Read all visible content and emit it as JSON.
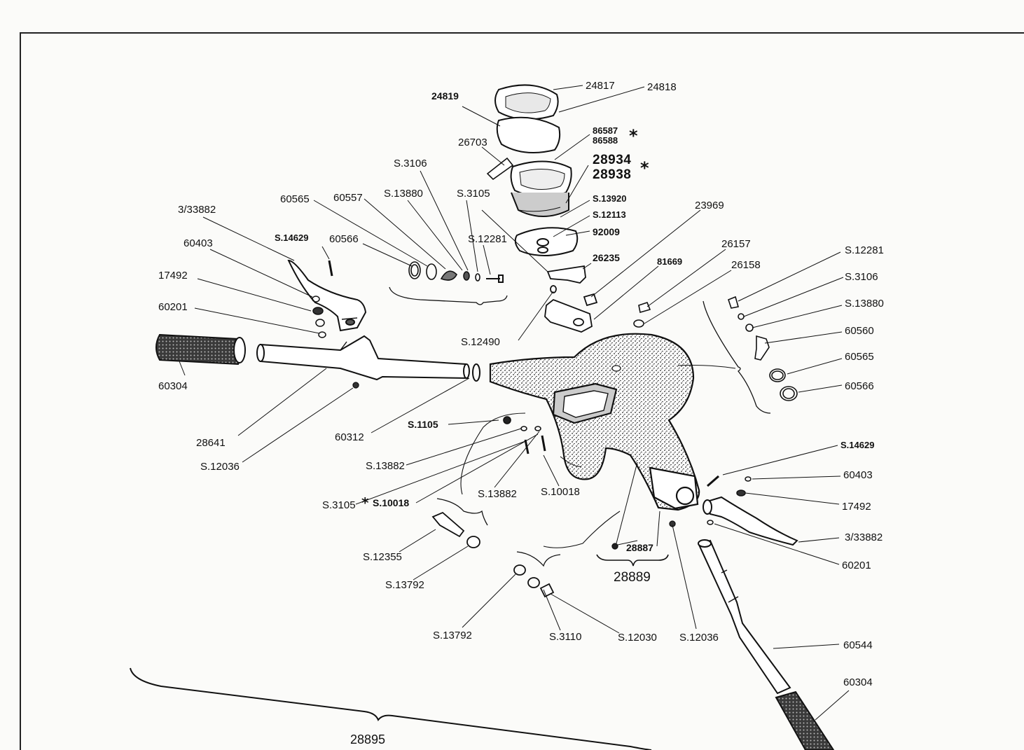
{
  "labels": {
    "l24817": "24817",
    "l24818": "24818",
    "l24819": "24819",
    "l86587": "86587",
    "l86588": "86588",
    "l26703": "26703",
    "l28934": "28934",
    "l28938": "28938",
    "lS13920": "S.13920",
    "lS12113": "S.12113",
    "l92009": "92009",
    "lS3106a": "S.3106",
    "lS3105a": "S.3105",
    "lS13880a": "S.13880",
    "l60557": "60557",
    "l60565a": "60565",
    "l60566a": "60566",
    "lS12281a": "S.12281",
    "l3_33882a": "3/33882",
    "l60403a": "60403",
    "lS14629a": "S.14629",
    "l17492a": "17492",
    "l60201a": "60201",
    "l60304a": "60304",
    "l28641": "28641",
    "lS12036a": "S.12036",
    "l60312": "60312",
    "lS12490": "S.12490",
    "l23969": "23969",
    "l26235": "26235",
    "l81669": "81669",
    "l26157": "26157",
    "l26158": "26158",
    "lS12281b": "S.12281",
    "lS3106b": "S.3106",
    "lS13880b": "S.13880",
    "l60560": "60560",
    "l60565b": "60565",
    "l60566b": "60566",
    "lS1105": "S.1105",
    "lS13882a": "S.13882",
    "lS3105b": "S.3105",
    "lS10018a": "S.10018",
    "lS13882b": "S.13882",
    "lS10018b": "S.10018",
    "lS14629b": "S.14629",
    "l60403b": "60403",
    "l17492b": "17492",
    "l3_33882b": "3/33882",
    "l60201b": "60201",
    "l28887": "28887",
    "l28889": "28889",
    "lS12355": "S.12355",
    "lS13792a": "S.13792",
    "lS13792b": "S.13792",
    "lS3110": "S.3110",
    "lS12030": "S.12030",
    "lS12036b": "S.12036",
    "l60544": "60544",
    "l60304b": "60304",
    "l28895": "28895",
    "star": "*"
  },
  "colors": {
    "ink": "#111111",
    "paper": "#fbfbf9",
    "grip": "#2a2a2a"
  }
}
